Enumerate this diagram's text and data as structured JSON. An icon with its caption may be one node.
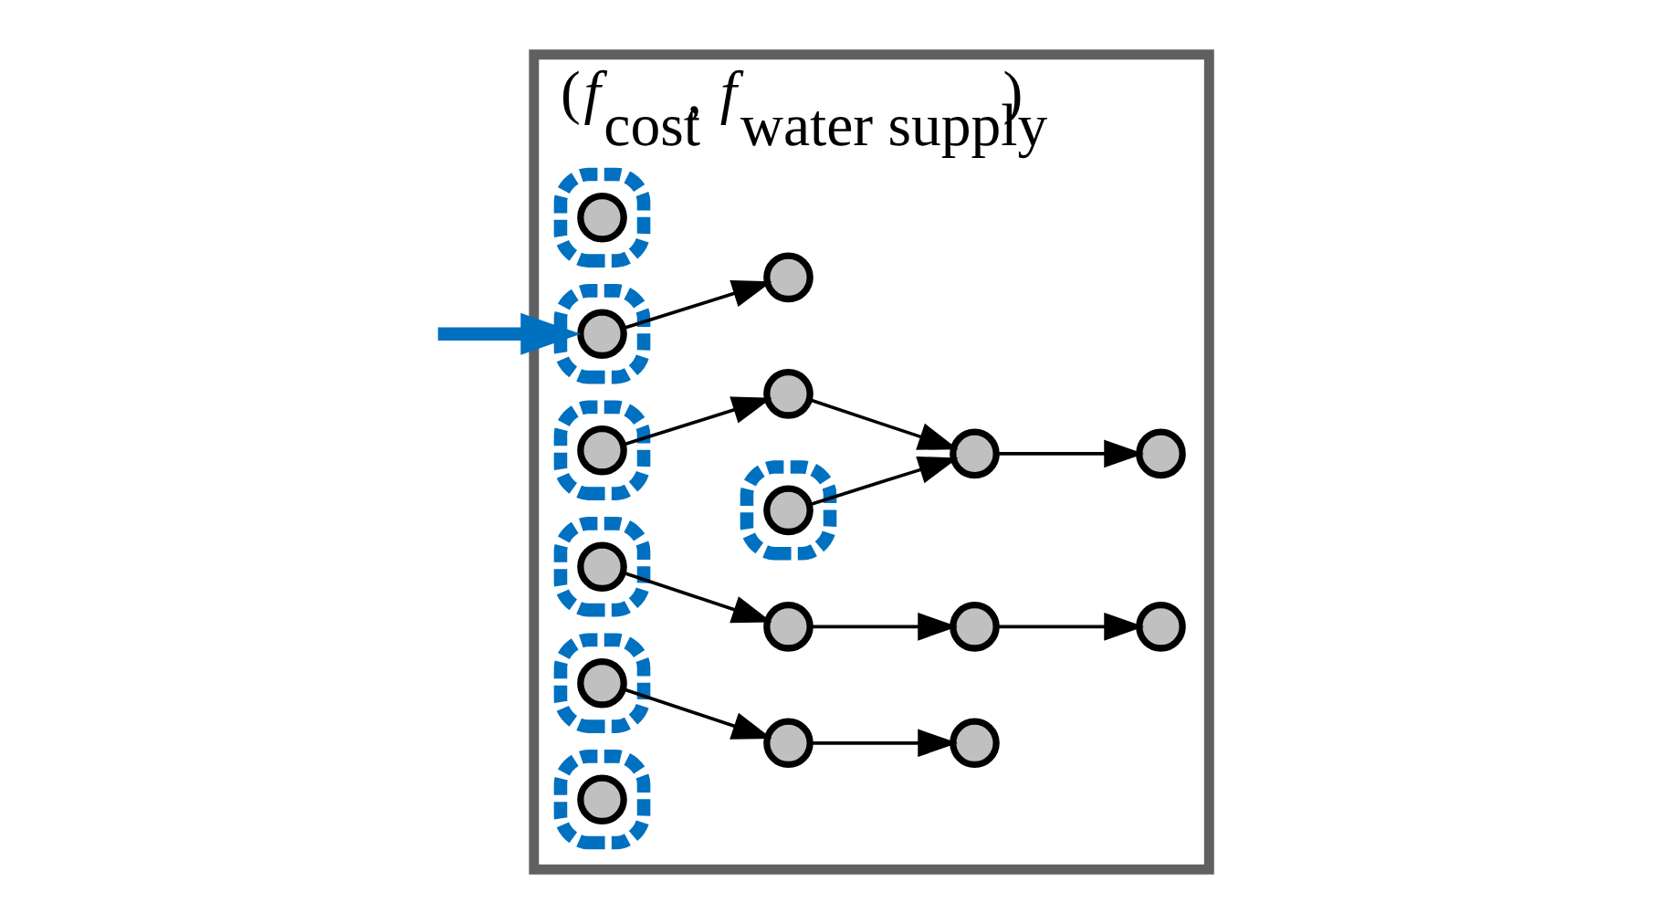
{
  "diagram": {
    "nodes": [
      {
        "text": [
          "(*f*$_{cost}$, *f*$_{water supply}$)"
        ]
      },
      {
        "text": [],
        "shape": "circle",
        "in": 0
      },
      {
        "text": [],
        "shape": "circle",
        "in": 1
      },
      {
        "text": [],
        "shape": "circle",
        "in": 0
      },
      {
        "text": [],
        "shape": "circle",
        "in": 3
      },
      {
        "text": [],
        "shape": "circle",
        "in": 0
      },
      {
        "text": [],
        "shape": "circle",
        "in": 0
      },
      {
        "text": [],
        "shape": "circle",
        "in": 6
      },
      {
        "text": [],
        "shape": "circle",
        "in": 0
      },
      {
        "text": [],
        "shape": "circle",
        "in": 0
      },
      {
        "text": [],
        "shape": "circle",
        "in": 9
      },
      {
        "text": [],
        "shape": "circle",
        "in": 0
      },
      {
        "text": [],
        "shape": "circle",
        "in": 0
      },
      {
        "text": [],
        "shape": "circle",
        "in": 0
      },
      {
        "text": [],
        "shape": "circle",
        "in": 13
      },
      {
        "text": [],
        "shape": "circle",
        "in": 0
      },
      {
        "text": [],
        "shape": "circle",
        "in": 0
      },
      {
        "text": [],
        "shape": "circle",
        "in": 0
      },
      {
        "text": [],
        "shape": "circle",
        "in": 0
      },
      {
        "text": [],
        "shape": "circle",
        "in": 18
      },
      {
        "text": [],
        "shape": "circle",
        "in": 0
      },
      {
        "text": [],
        "shape": "circle",
        "in": 0
      },
      {
        "text": [],
        "shape": "circle",
        "in": 0
      },
      {
        "text": [],
        "shape": "circle",
        "in": 22
      }
    ],
    "edges": [
      {
        "from": null,
        "to": 3,
        "arrow": "to",
        "style": "thick",
        "color": "#0070c0"
      },
      {
        "from": 4,
        "to": 5,
        "arrow": "to"
      },
      {
        "from": 7,
        "to": 8,
        "arrow": "to"
      },
      {
        "from": 8,
        "to": 11,
        "arrow": "to"
      },
      {
        "from": 10,
        "to": 11,
        "arrow": "to"
      },
      {
        "from": 11,
        "to": 12,
        "arrow": "to"
      },
      {
        "from": 14,
        "to": 15,
        "arrow": "to"
      },
      {
        "from": 15,
        "to": 16,
        "arrow": "to"
      },
      {
        "from": 16,
        "to": 17,
        "arrow": "to"
      },
      {
        "from": 19,
        "to": 20,
        "arrow": "to"
      },
      {
        "from": 20,
        "to": 21,
        "arrow": "to"
      }
    ]
  }
}
